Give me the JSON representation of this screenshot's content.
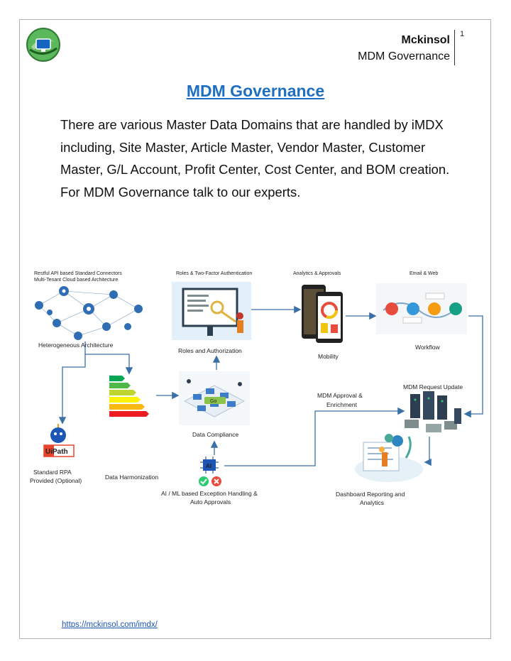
{
  "header": {
    "company": "Mckinsol",
    "subtitle": "MDM Governance",
    "page_number": "1"
  },
  "title": "MDM Governance",
  "body_text": "There are various Master Data Domains that are handled by iMDX including, Site Master, Article Master, Vendor Master, Customer Master, G/L Account, Profit Center, Cost Center, and BOM creation. For MDM Governance talk to our experts.",
  "diagram": {
    "labels": {
      "restful_api": "Restful API based Standard Connectors",
      "multi_tenant": "Multi-Tenant Cloud based Architecture",
      "roles_2fa": "Roles & Two-Factor Authentication",
      "analytics_approvals": "Analytics & Approvals",
      "email_web": "Email & Web",
      "heterogeneous": "Heterogeneous Architecture",
      "roles_authorization": "Roles and Authorization",
      "mobility": "Mobility",
      "workflow": "Workflow",
      "mdm_request_update": "MDM Request  Update",
      "mdm_approval_1": "MDM Approval &",
      "mdm_approval_2": "Enrichment",
      "data_compliance": "Data Compliance",
      "standard_rpa_1": "Standard RPA",
      "standard_rpa_2": "Provided (Optional)",
      "data_harmonization": "Data Harmonization",
      "ai_ml_1": "AI / ML based Exception Handling &",
      "ai_ml_2": "Auto Approvals",
      "dashboard_1": "Dashboard Reporting and",
      "dashboard_2": "Analytics",
      "uipath": "UiPath",
      "go_text": "Go",
      "ai_chip": "AI"
    },
    "colors": {
      "arrow": "#3b6fa8",
      "ui_blue": "#1e6fc2",
      "uipath_red": "#e8432b"
    }
  },
  "footer": {
    "link": "https://mckinsol.com/imdx/"
  }
}
